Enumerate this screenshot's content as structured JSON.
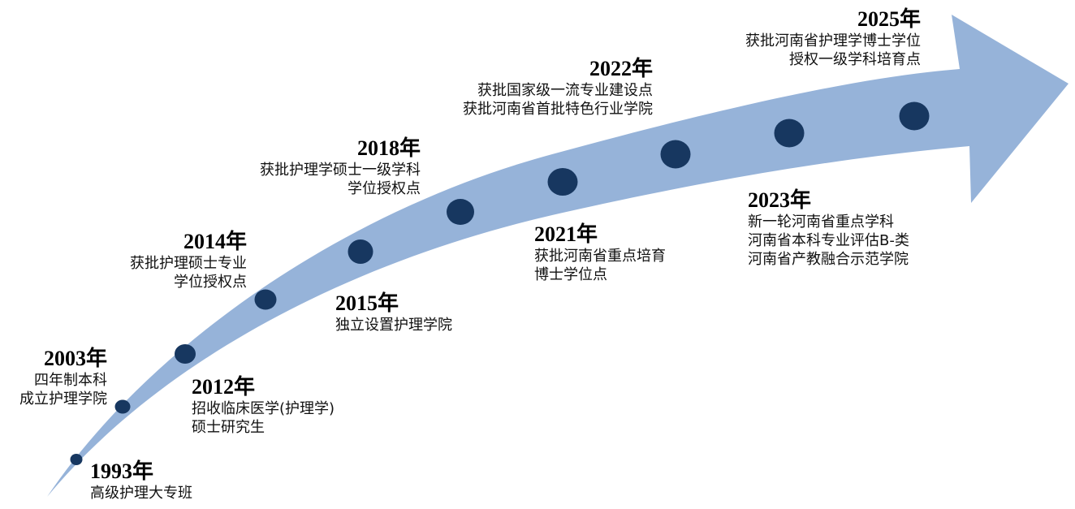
{
  "colors": {
    "arrow": "#96b3d9",
    "milestone": "#173760",
    "text": "#111111"
  },
  "milestones": [
    {
      "year": "1993年",
      "lines": [
        "高级护理大专班"
      ]
    },
    {
      "year": "2003年",
      "lines": [
        "四年制本科",
        "成立护理学院"
      ]
    },
    {
      "year": "2012年",
      "lines": [
        "招收临床医学(护理学)",
        "硕士研究生"
      ]
    },
    {
      "year": "2014年",
      "lines": [
        "获批护理硕士专业",
        "学位授权点"
      ]
    },
    {
      "year": "2015年",
      "lines": [
        "独立设置护理学院"
      ]
    },
    {
      "year": "2018年",
      "lines": [
        "获批护理学硕士一级学科",
        "学位授权点"
      ]
    },
    {
      "year": "2021年",
      "lines": [
        "获批河南省重点培育",
        "博士学位点"
      ]
    },
    {
      "year": "2022年",
      "lines": [
        "获批国家级一流专业建设点",
        "获批河南省首批特色行业学院"
      ]
    },
    {
      "year": "2023年",
      "lines": [
        "新一轮河南省重点学科",
        "河南省本科专业评估B-类",
        "河南省产教融合示范学院"
      ]
    },
    {
      "year": "2025年",
      "lines": [
        "获批河南省护理学博士学位",
        "授权一级学科培育点"
      ]
    }
  ]
}
